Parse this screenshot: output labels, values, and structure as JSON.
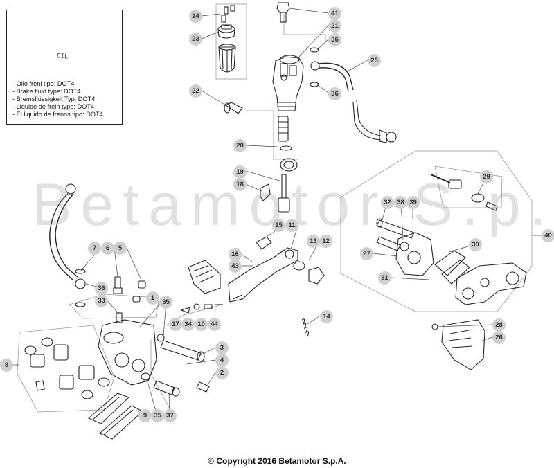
{
  "legend": {
    "can_label": "OIL",
    "lines": [
      "- Olio freni tipo: DOT4",
      "- Brake fluid type: DOT4",
      "- Bremsflüssigkeit Typ: DOT4",
      "- Liquide de frein type: DOT4",
      "- El liquido de frenos tipo: DOT4"
    ]
  },
  "watermark": "Betamotor S.p.A.",
  "copyright": "© Copyright 2016 Betamotor S.p.A.",
  "callouts": [
    "24",
    "23",
    "41",
    "21",
    "36",
    "25",
    "22",
    "36",
    "20",
    "19",
    "18",
    "15",
    "11",
    "13",
    "12",
    "16",
    "43",
    "7",
    "6",
    "5",
    "36",
    "33",
    "1",
    "35",
    "17",
    "34",
    "10",
    "44",
    "14",
    "8",
    "3",
    "4",
    "2",
    "9",
    "35",
    "37",
    "32",
    "38",
    "39",
    "29",
    "27",
    "30",
    "40",
    "31",
    "28",
    "26"
  ]
}
